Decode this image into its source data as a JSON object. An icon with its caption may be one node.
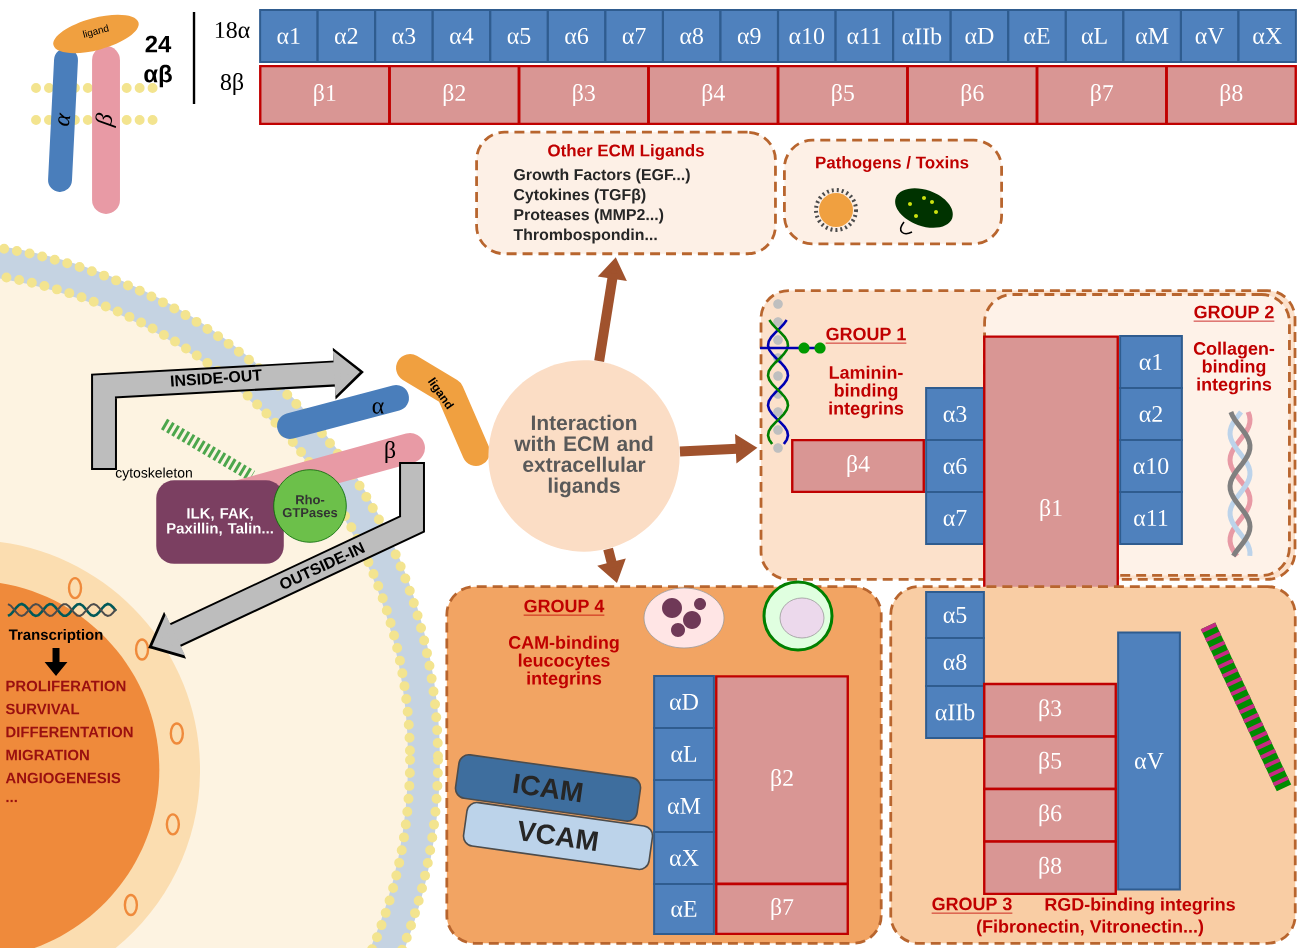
{
  "diagram": {
    "nodes": [
      {
        "text": [
          "α1"
        ]
      },
      {
        "text": [
          "α2"
        ]
      },
      {
        "text": [
          "α3"
        ]
      },
      {
        "text": [
          "α4"
        ]
      },
      {
        "text": [
          "α5"
        ]
      },
      {
        "text": [
          "α6"
        ]
      },
      {
        "text": [
          "α7"
        ]
      },
      {
        "text": [
          "α8"
        ]
      },
      {
        "text": [
          "α9"
        ]
      },
      {
        "text": [
          "α10"
        ]
      },
      {
        "text": [
          "α11"
        ]
      },
      {
        "text": [
          "αIIb"
        ]
      },
      {
        "text": [
          "αD"
        ]
      },
      {
        "text": [
          "αE"
        ]
      },
      {
        "text": [
          "αL"
        ]
      },
      {
        "text": [
          "αM"
        ]
      },
      {
        "text": [
          "αV"
        ]
      },
      {
        "text": [
          "αX"
        ]
      },
      {
        "text": [
          "β1"
        ]
      },
      {
        "text": [
          "β2"
        ]
      },
      {
        "text": [
          "β3"
        ]
      },
      {
        "text": [
          "β4"
        ]
      },
      {
        "text": [
          "β5"
        ]
      },
      {
        "text": [
          "β6"
        ]
      },
      {
        "text": [
          "β7"
        ]
      },
      {
        "text": [
          "β8"
        ]
      },
      {
        "text": [
          "Other ECM Ligands",
          "Growth Factors (EGF...)",
          "Cytokines (TGFβ)",
          "Proteases (MMP2...)",
          "Thrombospondin..."
        ]
      },
      {
        "text": [
          "Pathogens / Toxins"
        ]
      },
      {
        "text": [
          "Interaction with ECM and extracellular ligands"
        ]
      },
      {
        "text": [
          "GROUP 1",
          "Laminin-binding integrins"
        ]
      },
      {
        "text": [
          "GROUP 2",
          "Collagen-binding integrins"
        ],
        "in": 29
      },
      {
        "text": [
          "α3"
        ],
        "in": 29
      },
      {
        "text": [
          "α6"
        ],
        "in": 29
      },
      {
        "text": [
          "α7"
        ],
        "in": 29
      },
      {
        "text": [
          "β4"
        ],
        "in": 29
      },
      {
        "text": [
          "β1"
        ]
      },
      {
        "text": [
          "α1"
        ],
        "in": 30
      },
      {
        "text": [
          "α2"
        ],
        "in": 30
      },
      {
        "text": [
          "α10"
        ],
        "in": 30
      },
      {
        "text": [
          "α11"
        ],
        "in": 30
      },
      {
        "text": [
          "GROUP 4",
          "CAM-binding leucocytes integrins"
        ]
      },
      {
        "text": [
          "αD"
        ],
        "in": 40
      },
      {
        "text": [
          "αL"
        ],
        "in": 40
      },
      {
        "text": [
          "αM"
        ],
        "in": 40
      },
      {
        "text": [
          "αX"
        ],
        "in": 40
      },
      {
        "text": [
          "αE"
        ],
        "in": 40
      },
      {
        "text": [
          "β2"
        ],
        "in": 40
      },
      {
        "text": [
          "β7"
        ],
        "in": 40
      },
      {
        "text": [
          "ICAM"
        ],
        "in": 40
      },
      {
        "text": [
          "VCAM"
        ],
        "in": 40
      },
      {
        "text": [
          "GROUP 3",
          "RGD-binding integrins",
          "(Fibronectin, Vitronectin...)"
        ]
      },
      {
        "text": [
          "α5"
        ],
        "in": 50
      },
      {
        "text": [
          "α8"
        ],
        "in": 50
      },
      {
        "text": [
          "αIIb"
        ],
        "in": 50
      },
      {
        "text": [
          "β3"
        ],
        "in": 50
      },
      {
        "text": [
          "β5"
        ],
        "in": 50
      },
      {
        "text": [
          "β6"
        ],
        "in": 50
      },
      {
        "text": [
          "β8"
        ],
        "in": 50
      },
      {
        "text": [
          "αV"
        ],
        "in": 50
      },
      {
        "text": [
          "ILK, FAK, Paxillin, Talin..."
        ]
      },
      {
        "text": [
          "Rho-GTPases"
        ]
      },
      {
        "text": [
          "Transcription",
          "PROLIFERATION",
          "SURVIVAL",
          "DIFFERENTATION",
          "MIGRATION",
          "ANGIOGENESIS",
          "..."
        ]
      }
    ],
    "edges": [
      {
        "from": 28,
        "to": 26,
        "arrow": "to"
      },
      {
        "from": 28,
        "to": 29,
        "arrow": "to"
      },
      {
        "from": 28,
        "to": 40,
        "arrow": "to"
      }
    ],
    "labels": [
      "24",
      "αβ",
      "18α",
      "8β",
      "ligand",
      "α",
      "β",
      "INSIDE-OUT",
      "cytoskeleton",
      "ligand",
      "α",
      "β",
      "OUTSIDE-IN"
    ]
  }
}
